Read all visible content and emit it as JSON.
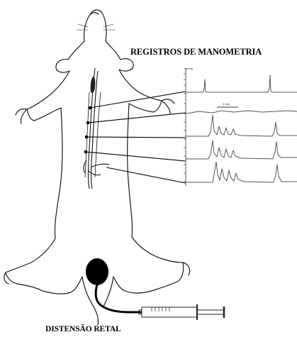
{
  "diagram": {
    "title": "REGISTROS DE MANOMETRIA",
    "bottom_label": "DISTENSÃO RETAL",
    "trace_unit": "mmHg",
    "time_scale": "5 seg"
  },
  "colors": {
    "ink": "#000000",
    "trace": "#555555",
    "background": "#ffffff"
  }
}
